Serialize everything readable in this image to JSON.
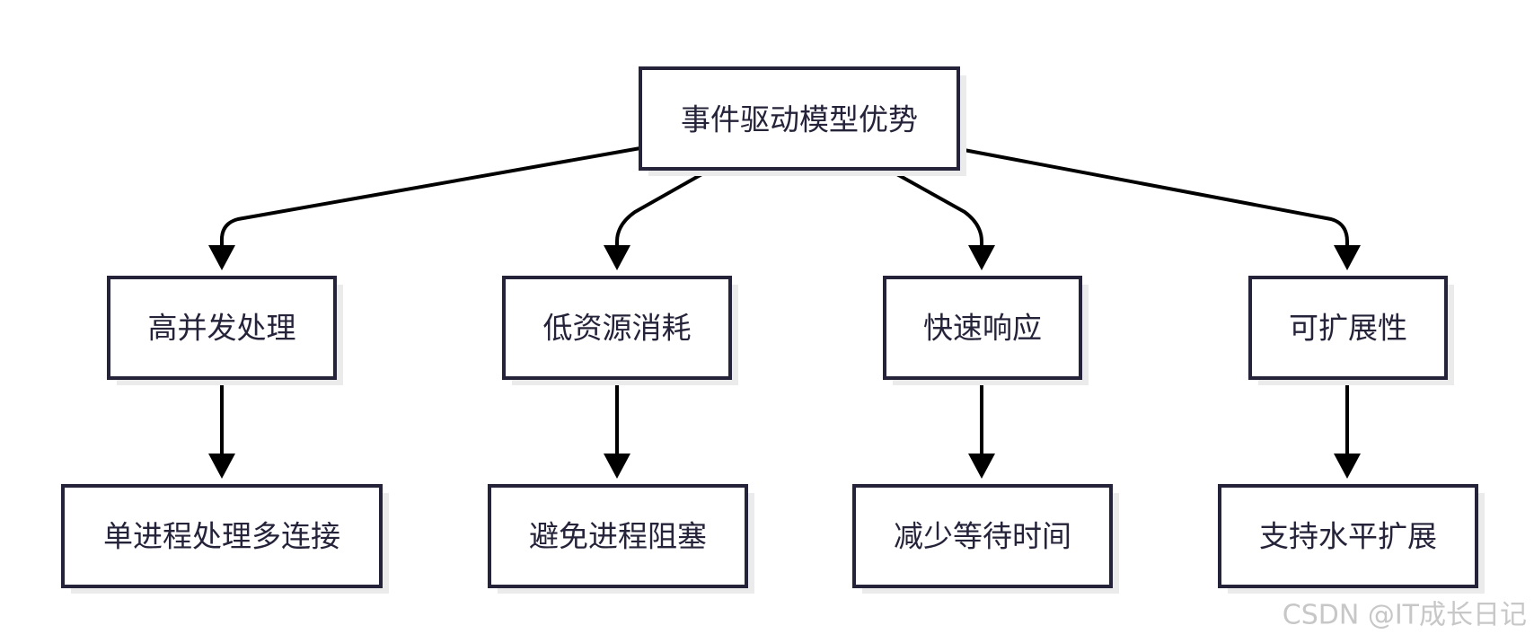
{
  "diagram": {
    "root": {
      "label": "事件驱动模型优势"
    },
    "advantages": [
      {
        "label": "高并发处理",
        "detail": "单进程处理多连接"
      },
      {
        "label": "低资源消耗",
        "detail": "避免进程阻塞"
      },
      {
        "label": "快速响应",
        "detail": "减少等待时间"
      },
      {
        "label": "可扩展性",
        "detail": "支持水平扩展"
      }
    ]
  },
  "watermark": "CSDN @IT成长日记",
  "colors": {
    "node_border": "#25233a",
    "node_text": "#25233a",
    "node_fill": "#ffffff",
    "shadow": "#ebebeb",
    "edge": "#000000",
    "watermark": "#c7c7c7"
  }
}
